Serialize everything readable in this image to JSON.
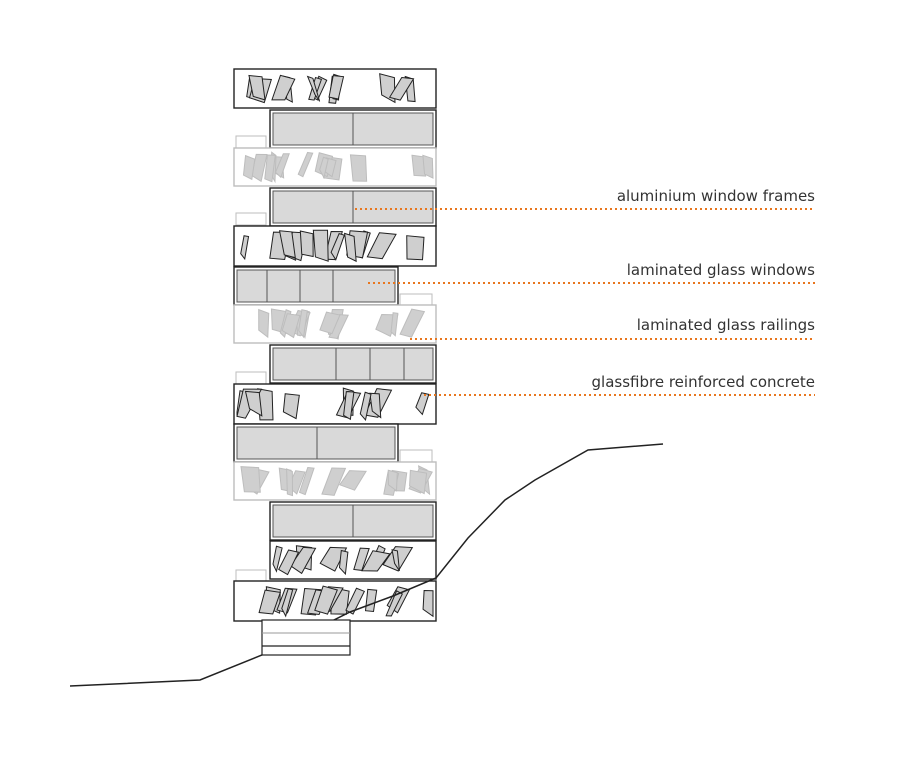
{
  "labels": [
    {
      "id": "aluminium-window-frames",
      "text": "aluminium window frames"
    },
    {
      "id": "laminated-glass-windows",
      "text": "laminated glass windows"
    },
    {
      "id": "laminated-glass-railings",
      "text": "laminated glass railings"
    },
    {
      "id": "glassfibre-reinforced-concrete",
      "text": "glassfibre reinforced concrete"
    }
  ],
  "colors": {
    "leader": "#e8761e",
    "outline": "#222222",
    "glass": "#d9d9d9",
    "cutout": "#cfcfcf",
    "slab_dark": "#8a8a8a",
    "ghost": "#bdbdbd"
  }
}
